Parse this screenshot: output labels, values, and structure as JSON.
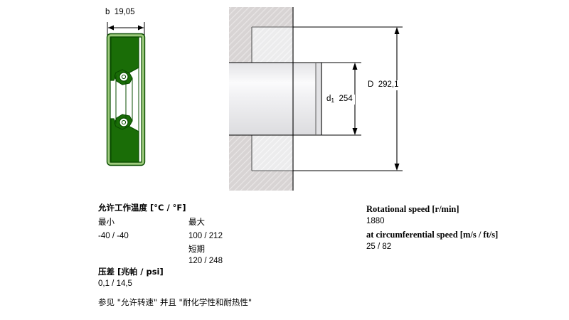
{
  "drawing": {
    "seal_section": {
      "label": "seal-cross-section",
      "width_dimension": {
        "symbol": "b",
        "value": "19,05"
      },
      "colors": {
        "outer_case": "#9ecb7d",
        "rubber_body": "#1a6d07",
        "outline": "#0a4d00",
        "spring": "#ffffff"
      }
    },
    "housing_section": {
      "label": "shaft-and-housing-section",
      "outer_diameter": {
        "symbol": "D",
        "value": "292,1"
      },
      "shaft_diameter": {
        "symbol": "d",
        "subscript": "1",
        "value": "254"
      },
      "colors": {
        "housing_fill": "#d6d2d2",
        "shaft_fill": "#e8e8ea",
        "line": "#000000"
      }
    }
  },
  "specs_left": {
    "temperature": {
      "heading": "允许工作温度 [°C / °F]",
      "col_min_label": "最小",
      "col_max_label": "最大",
      "min_value": "-40  /   -40",
      "max_value": "100 /   212",
      "short_term_label": "短期",
      "short_term_value": "120 /   248"
    },
    "pressure": {
      "heading": "压差 [兆帕 / psi]",
      "value": "0,1   /   14,5"
    },
    "note": "参见 \"允许转速\" 并且 \"耐化学性和耐热性\""
  },
  "specs_right": {
    "rotational_speed": {
      "heading": "Rotational speed [r/min]",
      "value": "1880"
    },
    "circumferential_speed": {
      "heading": "at circumferential speed [m/s / ft/s]",
      "value": "25    /    82"
    }
  }
}
